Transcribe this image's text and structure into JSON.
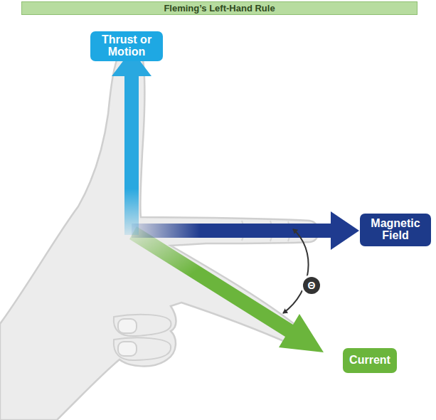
{
  "diagram": {
    "title": "Fleming’s Left-Hand Rule",
    "nodes": [
      {
        "text": [
          "Thrust or Motion"
        ]
      },
      {
        "text": [
          "Magnetic Field"
        ]
      },
      {
        "text": [
          "Current"
        ]
      },
      {
        "text": [
          "Θ"
        ]
      }
    ]
  }
}
